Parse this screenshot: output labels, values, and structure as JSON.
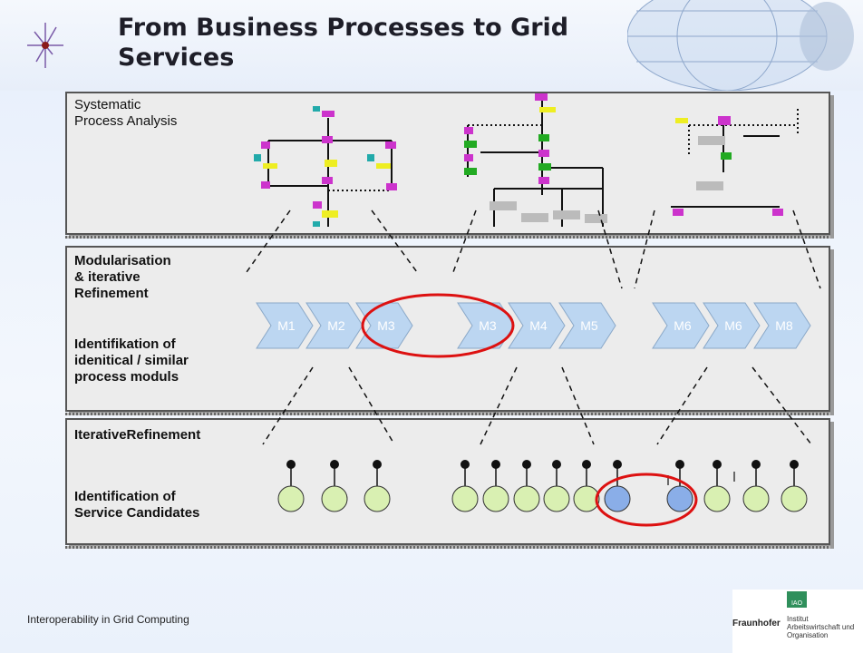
{
  "slide": {
    "title": "From Business Processes to Grid Services",
    "footer": "Interoperability in Grid Computing"
  },
  "panels": {
    "analysis": {
      "label": "Systematic\nProcess Analysis"
    },
    "modular": {
      "label_top": "Modularisation\n& iterative\nRefinement",
      "label_bottom": "Identifikation of\nidenitical / similar\nprocess moduls",
      "modules": [
        "M1",
        "M2",
        "M3",
        "M3",
        "M4",
        "M5",
        "M6",
        "M6",
        "M8"
      ]
    },
    "services": {
      "label_top": "IterativeRefinement",
      "label_bottom": "Identification of\nService Candidates"
    }
  },
  "logo": {
    "name": "Fraunhofer",
    "badge": "IAO",
    "subtitle": "Institut\nArbeitswirtschaft und\nOrganisation"
  },
  "colors": {
    "chevron": "#bcd6f1",
    "candidate": "#d9f0b2",
    "candidate_selected": "#8aaee8",
    "highlight": "#dd1111"
  }
}
